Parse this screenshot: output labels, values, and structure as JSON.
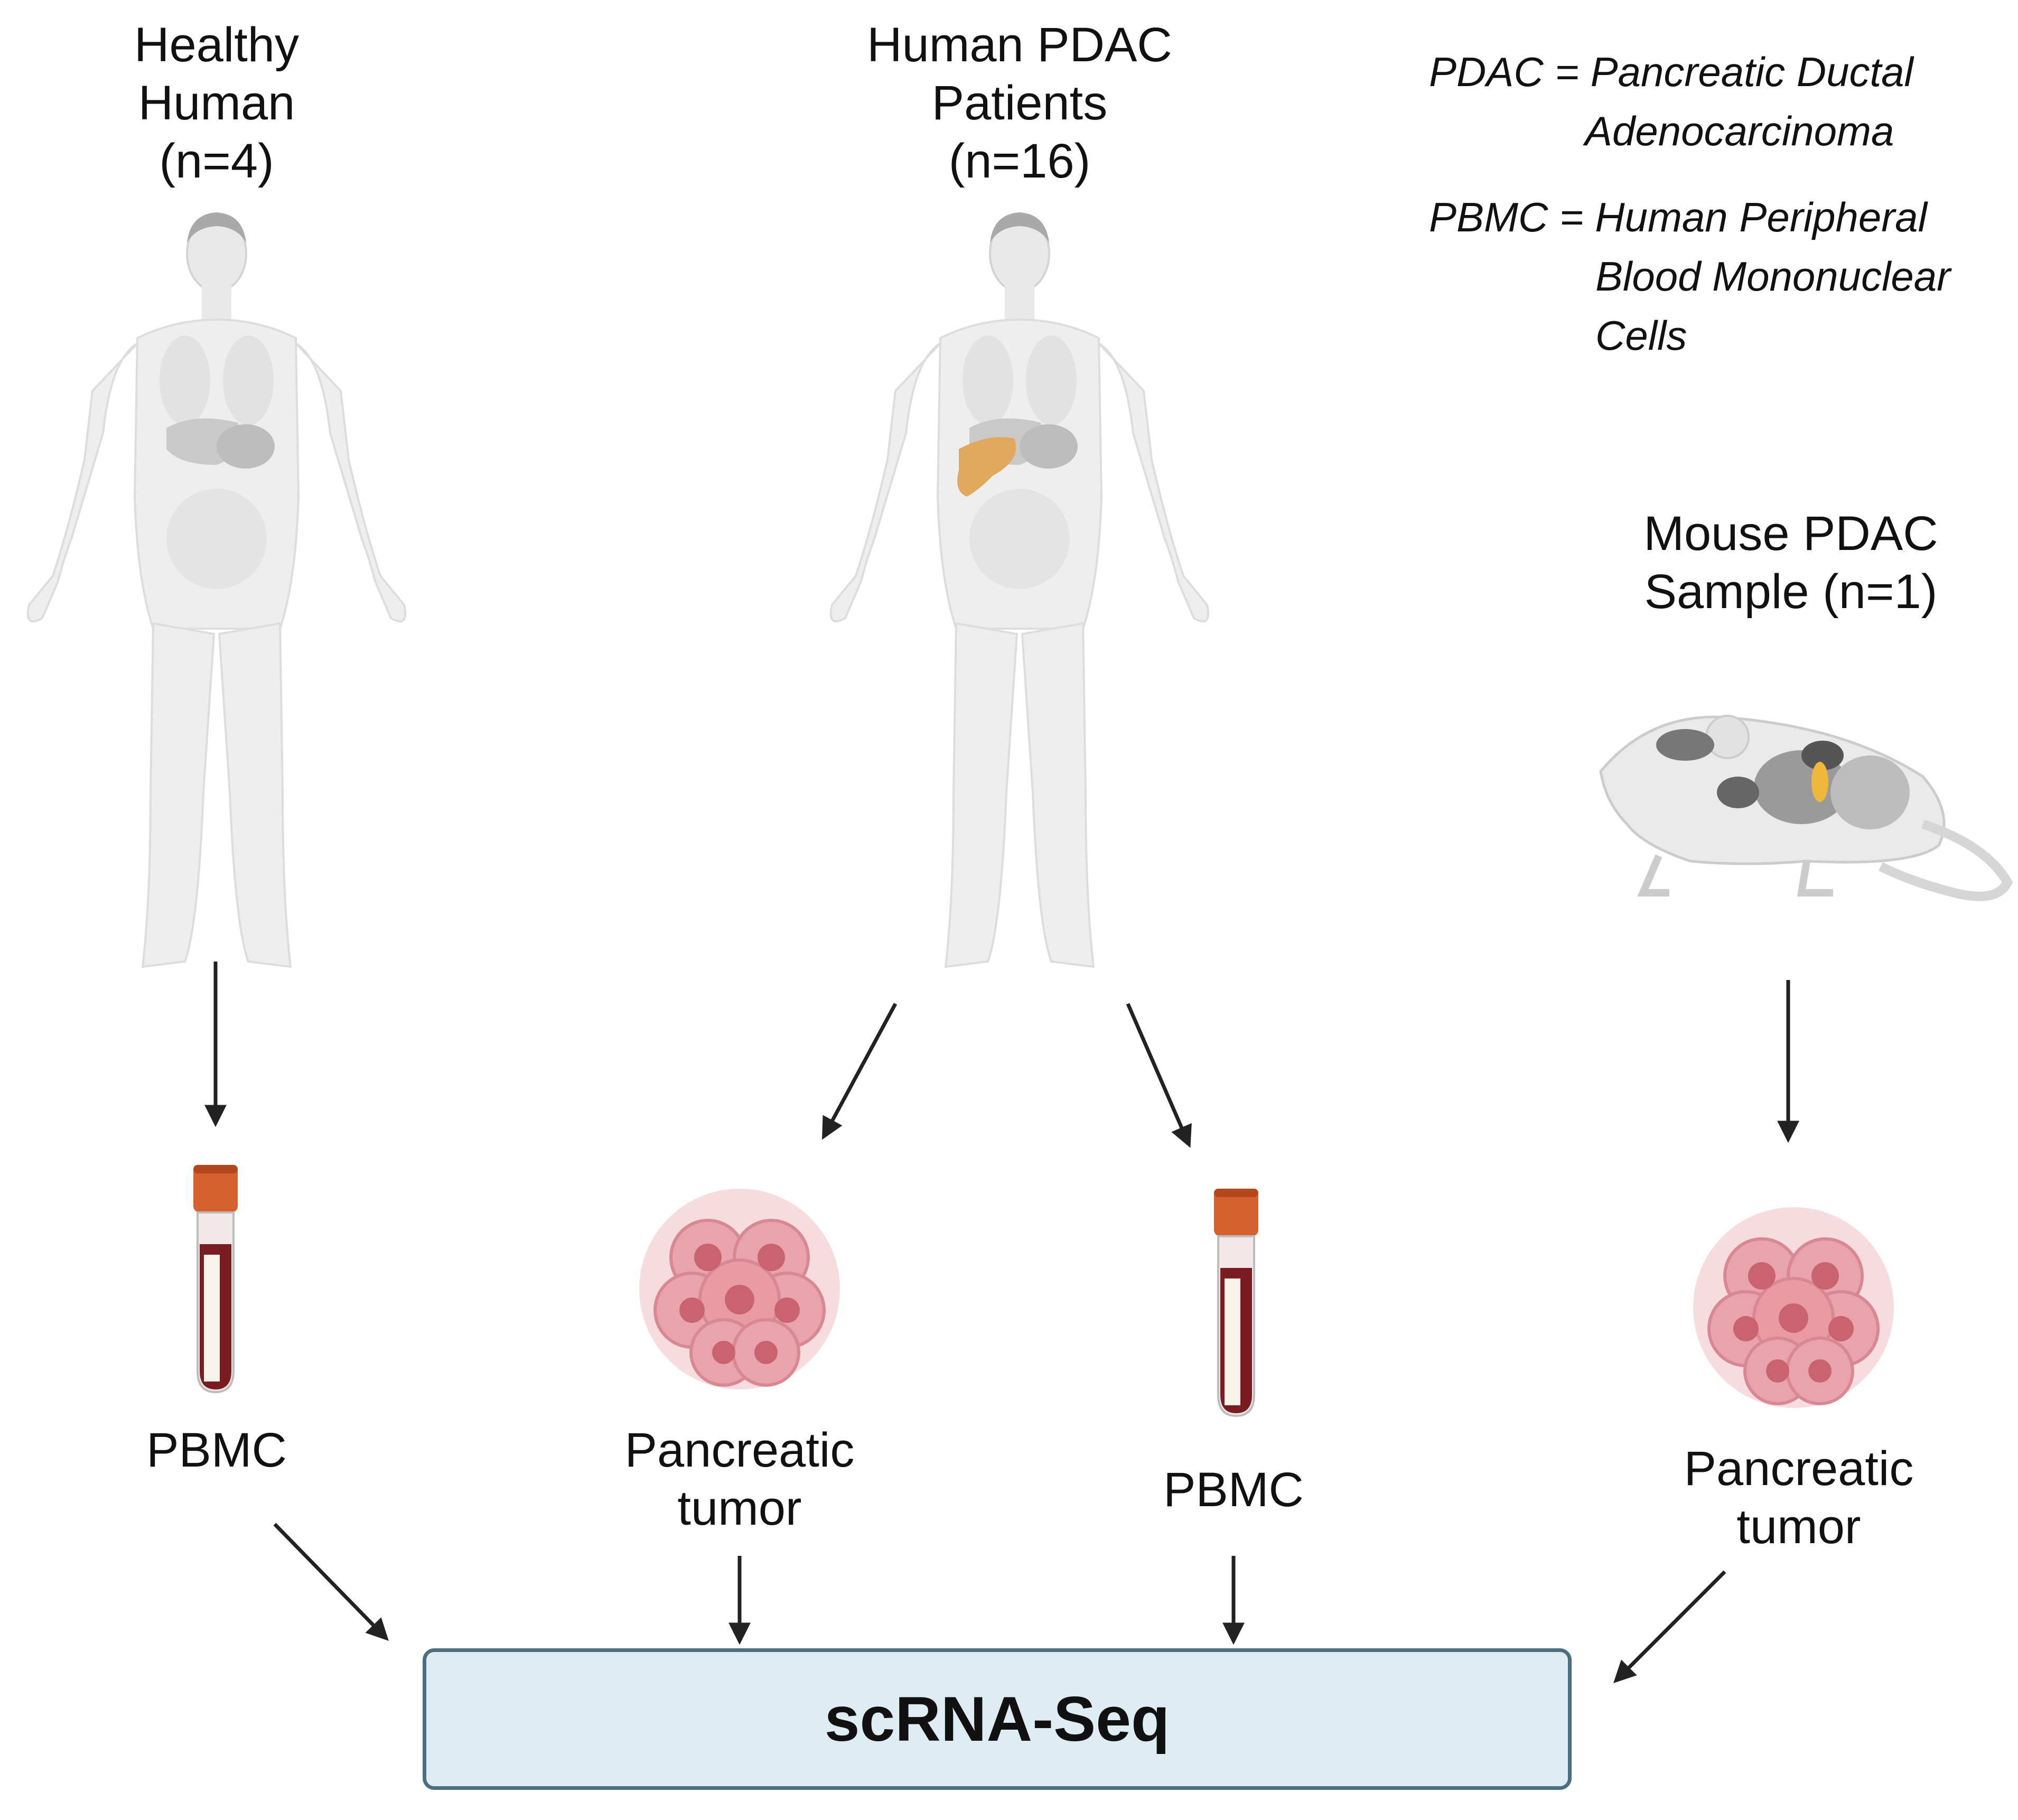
{
  "groups": {
    "healthy": [
      "Healthy",
      "Human",
      "(n=4)"
    ],
    "pdac_patients": [
      "Human PDAC",
      "Patients",
      "(n=16)"
    ],
    "mouse": [
      "Mouse PDAC",
      "Sample (n=1)"
    ]
  },
  "legend": [
    [
      "PDAC = Pancreatic Ductal",
      "Adenocarcinoma"
    ],
    [
      "PBMC = Human Peripheral",
      "Blood Mononuclear",
      "Cells"
    ]
  ],
  "samples": {
    "healthy_pbmc": "PBMC",
    "patient_tumor": [
      "Pancreatic",
      "tumor"
    ],
    "patient_pbmc": "PBMC",
    "mouse_tumor": [
      "Pancreatic",
      "tumor"
    ]
  },
  "result": "scRNA-Seq",
  "colors": {
    "body": "#eeeeee",
    "organ": "#c9c9c9",
    "pancreas": "#e0a95e",
    "mouse_pancreas": "#f0b83a",
    "tube_cap": "#d5622e",
    "blood": "#7a1d22",
    "tumor": "#e9a3aa",
    "box_fill": "#deedf4",
    "box_border": "#4b6f81"
  }
}
